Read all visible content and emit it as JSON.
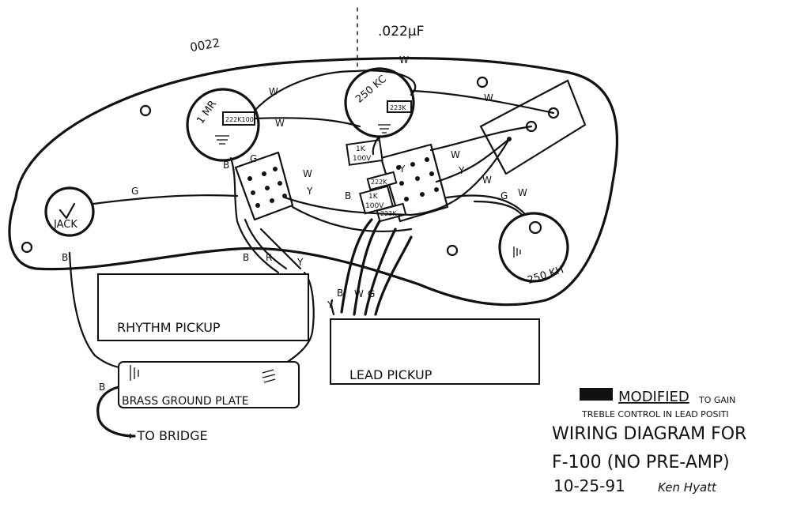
{
  "annotations": {
    "top_left_note": "0022",
    "top_center_note": ".022µF",
    "modified_title": "MODIFIED",
    "modified_sub1": "TO GAIN",
    "modified_sub2": "TREBLE CONTROL IN LEAD POSITI",
    "title_line1": "WIRING DIAGRAM FOR",
    "title_line2": "F-100 (NO PRE-AMP)",
    "date": "10-25-91",
    "signature": "Ken Hyatt"
  },
  "components": {
    "pot_1mr": "1 MR",
    "pot_250kc": "250 KC",
    "pot_250kh": "250 KH",
    "jack": "JACK",
    "cap_1mr": "222K100",
    "cap_250kc": "223K",
    "cap_1k100v_a": "1K",
    "cap_1k100v_b": "100V",
    "cap_222k": "222K",
    "cap_1k100v_c": "1K",
    "cap_1k100v_d": "100V",
    "cap_223k_b": "223K",
    "rhythm_pickup": "RHYTHM PICKUP",
    "lead_pickup": "LEAD PICKUP",
    "ground_plate": "BRASS GROUND PLATE",
    "to_bridge": "→ TO BRIDGE"
  },
  "wire_labels": {
    "w1": "W",
    "w2": "W",
    "w3": "W",
    "w4": "W",
    "w5": "W",
    "w6": "W",
    "w7": "W",
    "w8": "W",
    "w9": "W",
    "g1": "G",
    "g2": "G",
    "g3": "G",
    "g4": "G",
    "b1": "B",
    "b2": "B",
    "b3": "B",
    "b4": "B",
    "b5": "B",
    "b6": "B",
    "y1": "Y",
    "y2": "Y",
    "y3": "Y",
    "y4": "Y",
    "y5": "Y",
    "r1": "R"
  }
}
